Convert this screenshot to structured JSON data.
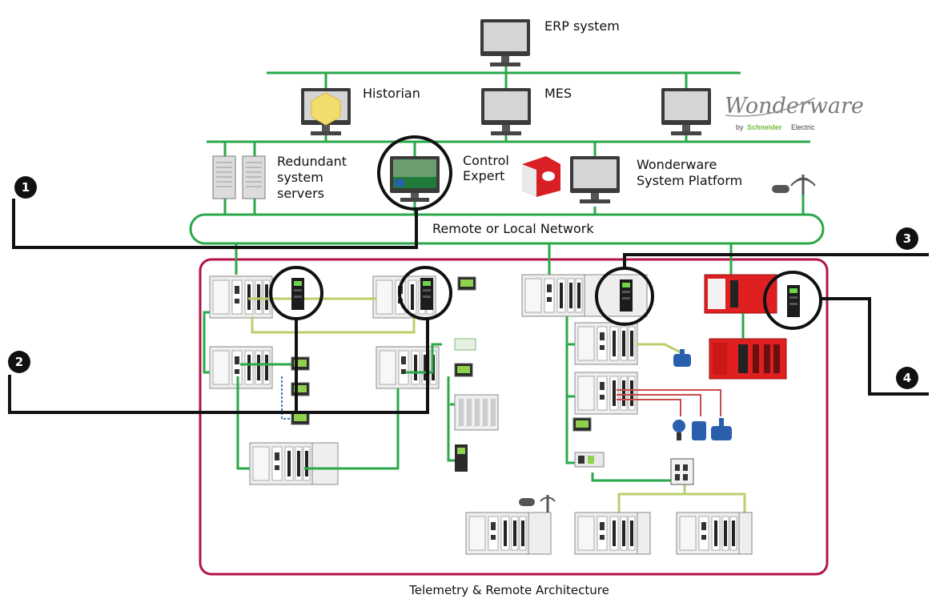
{
  "labels": {
    "erp": "ERP system",
    "historian": "Historian",
    "mes": "MES",
    "servers": [
      "Redundant",
      "system",
      "servers"
    ],
    "control_expert": [
      "Control",
      "Expert"
    ],
    "platform": [
      "Wonderware",
      "System Platform"
    ],
    "network": "Remote or Local Network",
    "caption": "Telemetry & Remote Architecture"
  },
  "logo": {
    "brand": "Wonderware",
    "tagline_by": "by",
    "tagline_company": "Schneider",
    "tagline_suffix": "Electric"
  },
  "callouts": [
    "1",
    "2",
    "3",
    "4"
  ],
  "colors": {
    "network_green": "#2aa84a",
    "frame_crimson": "#b3124a",
    "olive_link": "#b9cf6a",
    "red_module": "#e02020",
    "callout_black": "#111111"
  },
  "icons": [
    "monitor-icon",
    "server-icon",
    "wifi-antenna-icon",
    "plc-rack-icon",
    "valve-icon",
    "sensor-icon",
    "software-box-icon"
  ]
}
